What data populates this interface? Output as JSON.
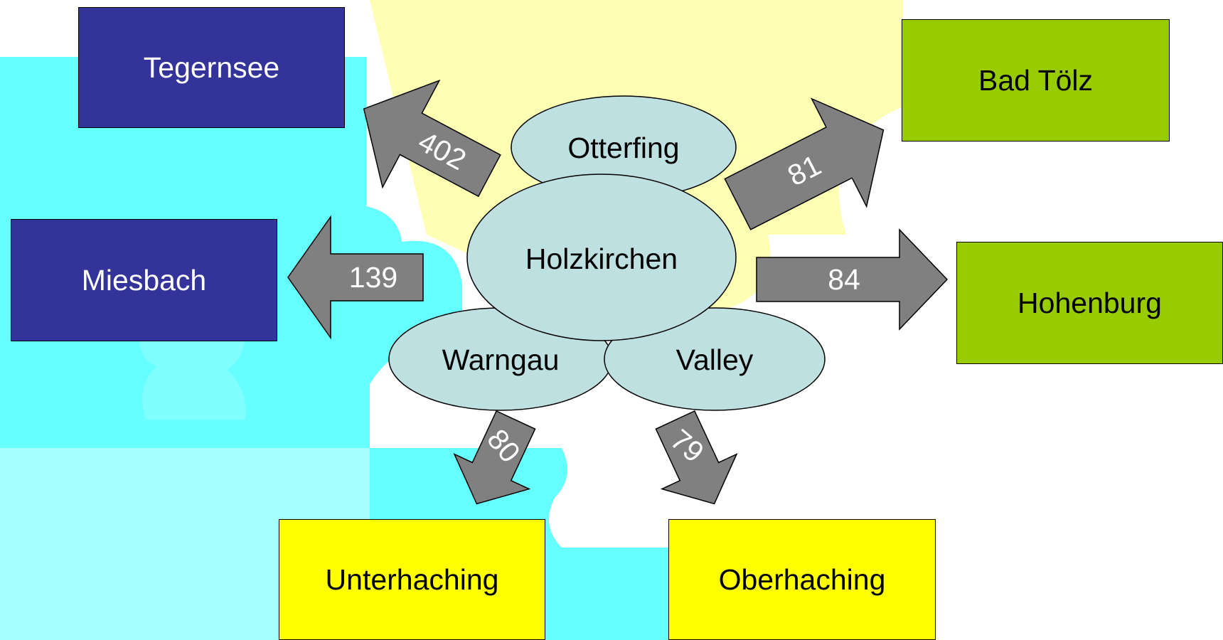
{
  "diagram": {
    "center": "Holzkirchen",
    "inner_nodes": {
      "otterfing": "Otterfing",
      "warngau": "Warngau",
      "valley": "Valley"
    },
    "destinations": {
      "tegernsee": "Tegernsee",
      "miesbach": "Miesbach",
      "bad_toelz": "Bad Tölz",
      "hohenburg": "Hohenburg",
      "unterhaching": "Unterhaching",
      "oberhaching": "Oberhaching"
    },
    "flows": {
      "tegernsee": "402",
      "miesbach": "139",
      "bad_toelz": "81",
      "hohenburg": "84",
      "unterhaching": "80",
      "oberhaching": "79"
    },
    "colors": {
      "dark_box": "#333399",
      "green_box": "#99cc00",
      "yellow_box": "#ffff00",
      "ellipse": "#bfe0e0",
      "arrow": "#808080",
      "puzzle_cyan": "#66ffff",
      "puzzle_light_cyan": "#a6ffff",
      "puzzle_pale_yellow": "#ffffb3"
    }
  }
}
